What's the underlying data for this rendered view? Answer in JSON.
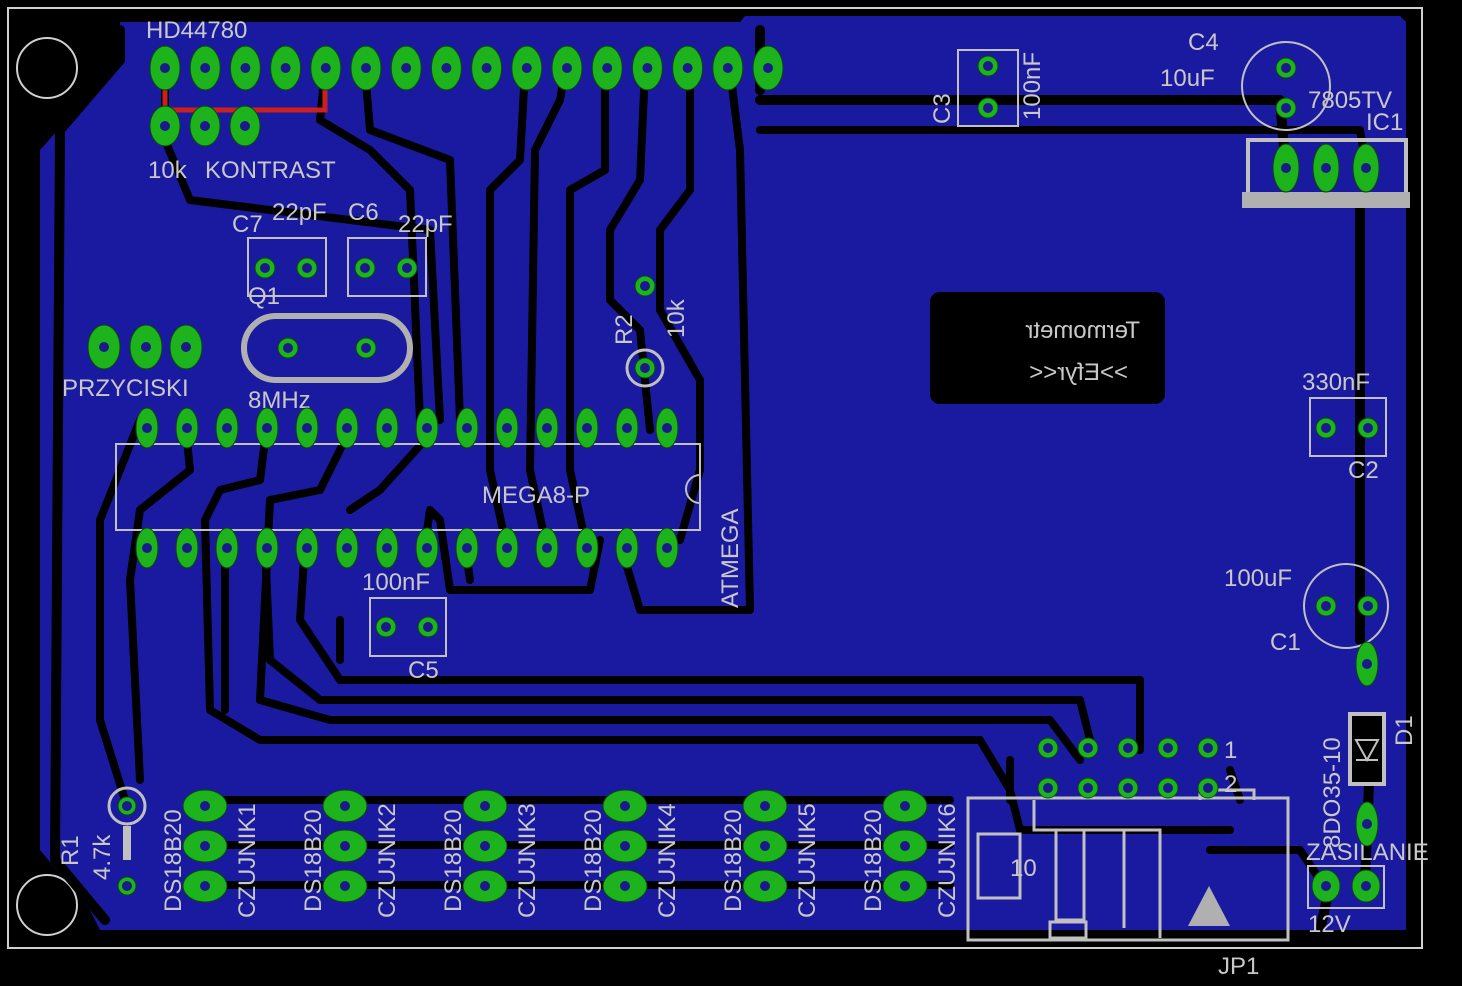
{
  "colors": {
    "background": "#000000",
    "copper": "#1a1aa0",
    "pad": "#1db31d",
    "silkscreen": "#c8c8c8",
    "red_wire": "#cc2020",
    "label_box": "#000000"
  },
  "labels": {
    "lcd": "HD44780",
    "contrast_pot": "10k",
    "contrast": "KONTRAST",
    "c7": "C7",
    "c7_val": "22pF",
    "c6": "C6",
    "c6_val": "22pF",
    "q1": "Q1",
    "crystal_val": "8MHz",
    "buttons": "PRZYCISKI",
    "r2": "R2",
    "r2_val": "10k",
    "mcu": "MEGA8-P",
    "mcu_family": "ATMEGA",
    "c5_val": "100nF",
    "c5": "C5",
    "c3": "C3",
    "c3_val": "100nF",
    "c4": "C4",
    "c4_val": "10uF",
    "regulator": "7805TV",
    "ic1": "IC1",
    "title_line1": "Termometr",
    "title_line2": ">>Efyr<<",
    "c2_val": "330nF",
    "c2": "C2",
    "c1_val": "100uF",
    "c1": "C1",
    "diode": "D1",
    "diode_val": "8DO35-10",
    "power": "ZASILANIE",
    "power_val": "12V",
    "connector": "JP1",
    "connector_key": "10",
    "pin1": "1",
    "pin2": "2",
    "r1": "R1",
    "r1_val": "4.7k",
    "sensor_type": "DS18B20",
    "sensors": [
      "CZUJNIK1",
      "CZUJNIK2",
      "CZUJNIK3",
      "CZUJNIK4",
      "CZUJNIK5",
      "CZUJNIK6"
    ]
  }
}
